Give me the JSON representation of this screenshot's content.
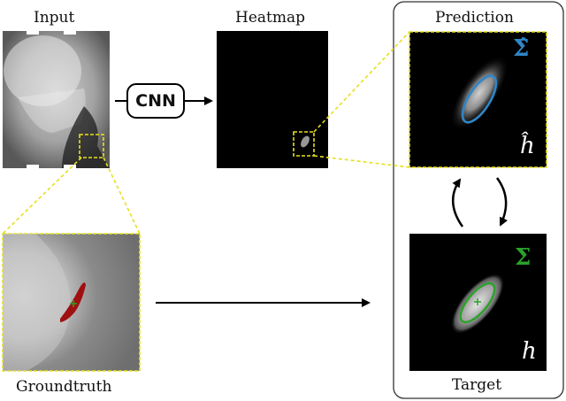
{
  "labels": {
    "input": "Input",
    "heatmap": "Heatmap",
    "prediction": "Prediction",
    "groundtruth": "Groundtruth",
    "target": "Target",
    "cnn": "CNN"
  },
  "symbols": {
    "sigma_hat": "Σ̂",
    "h_hat": "ĥ",
    "sigma": "Σ",
    "h": "h"
  },
  "colors": {
    "highlight_yellow": "#e6e01e",
    "prediction_ellipse": "#2f86c8",
    "target_ellipse": "#2aa22a",
    "groundtruth_mark": "#a01010"
  }
}
